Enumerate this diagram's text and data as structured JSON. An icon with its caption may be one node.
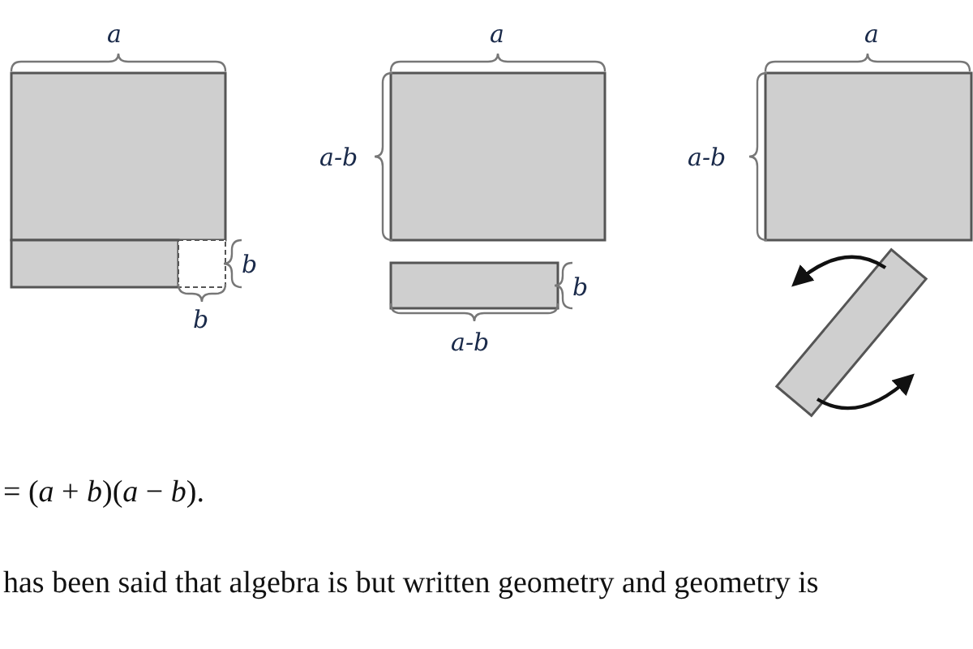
{
  "diagram": {
    "labels": [
      "a",
      "a",
      "a",
      "a-b",
      "a-b",
      "b",
      "b",
      "b",
      "a-b",
      "= (*a* + *b*)(*a* − *b*).",
      "has been said that algebra is but written geometry and geometry is"
    ]
  }
}
